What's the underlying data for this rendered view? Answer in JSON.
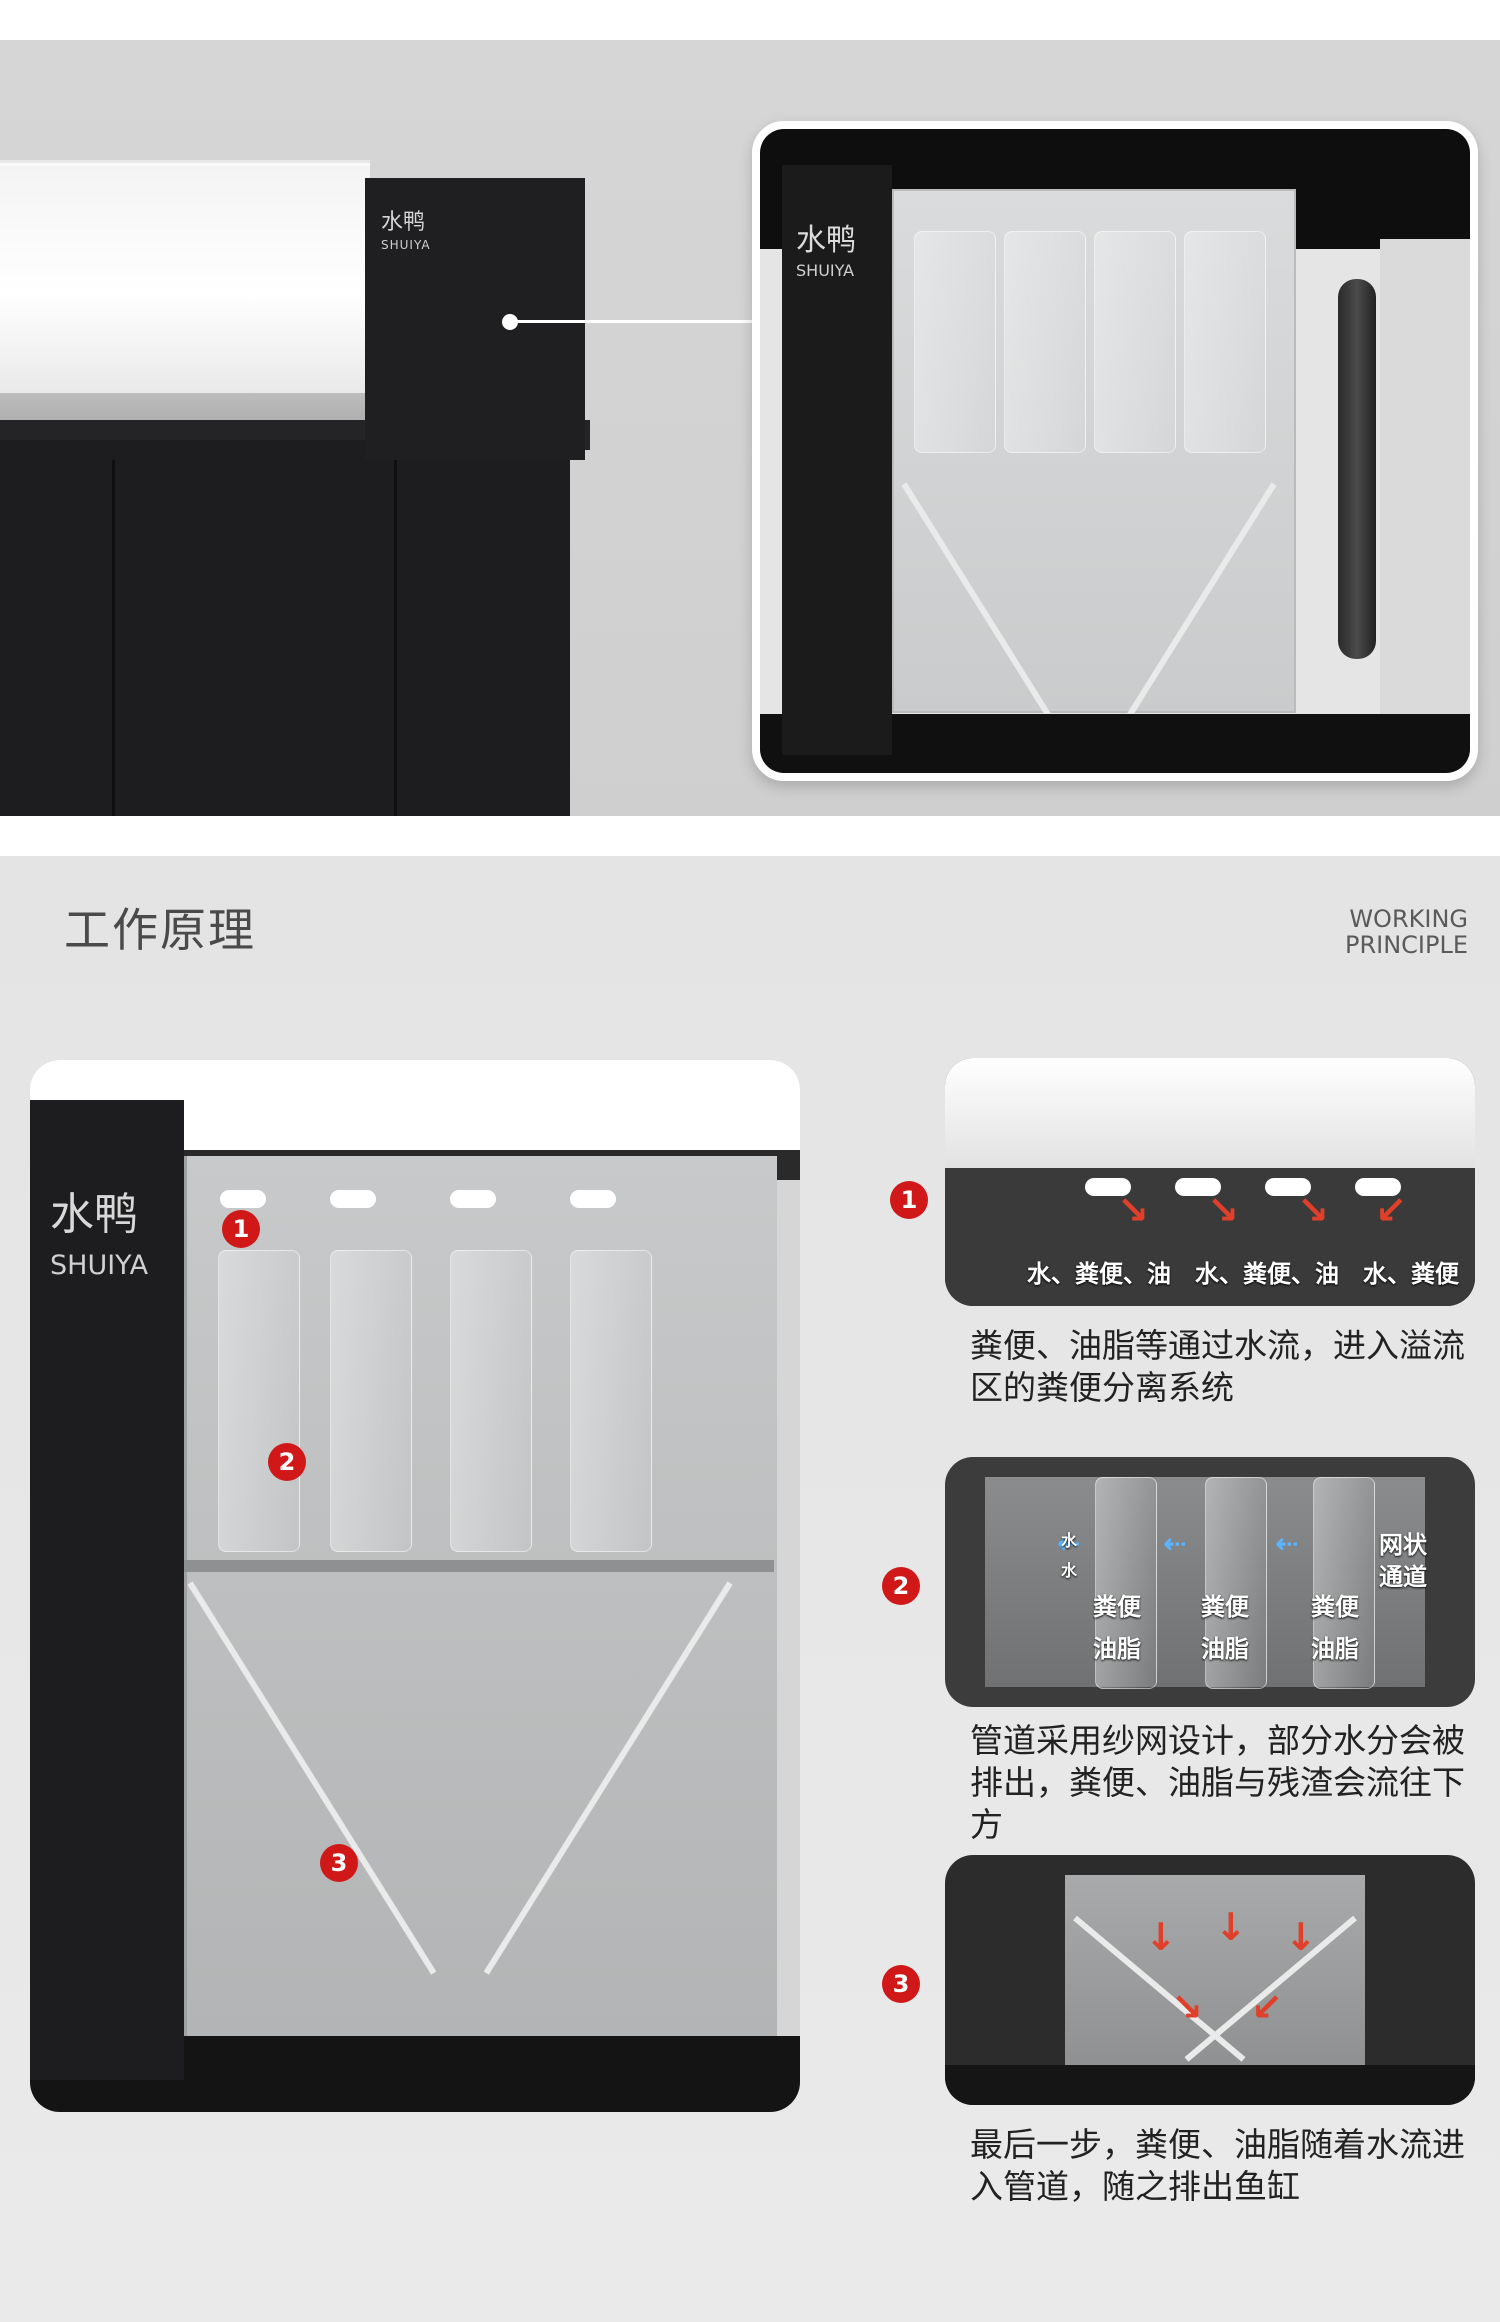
{
  "brand": {
    "logo_zh": "水鸭",
    "logo_en": "SHUIYA"
  },
  "section": {
    "title_zh": "工作原理",
    "title_en_line1": "WORKING",
    "title_en_line2": "PRINCIPLE"
  },
  "steps": [
    {
      "number": "1",
      "labels": [
        "水、粪便、油",
        "水、粪便、油",
        "水、粪便"
      ],
      "description": "粪便、油脂等通过水流，进入溢流区的粪便分离系统"
    },
    {
      "number": "2",
      "labels": {
        "water1": "水",
        "water2": "水",
        "feces": "粪便",
        "grease": "油脂",
        "mesh": "网状",
        "channel": "通道"
      },
      "description": "管道采用纱网设计，部分水分会被排出，粪便、油脂与残渣会流往下方"
    },
    {
      "number": "3",
      "description": "最后一步，粪便、油脂随着水流进入管道，随之排出鱼缸"
    }
  ],
  "diagram_markers": [
    "1",
    "2",
    "3"
  ],
  "colors": {
    "badge_red": "#d01818",
    "arrow_red": "#e0402a",
    "arrow_blue": "#5ab4ff"
  }
}
